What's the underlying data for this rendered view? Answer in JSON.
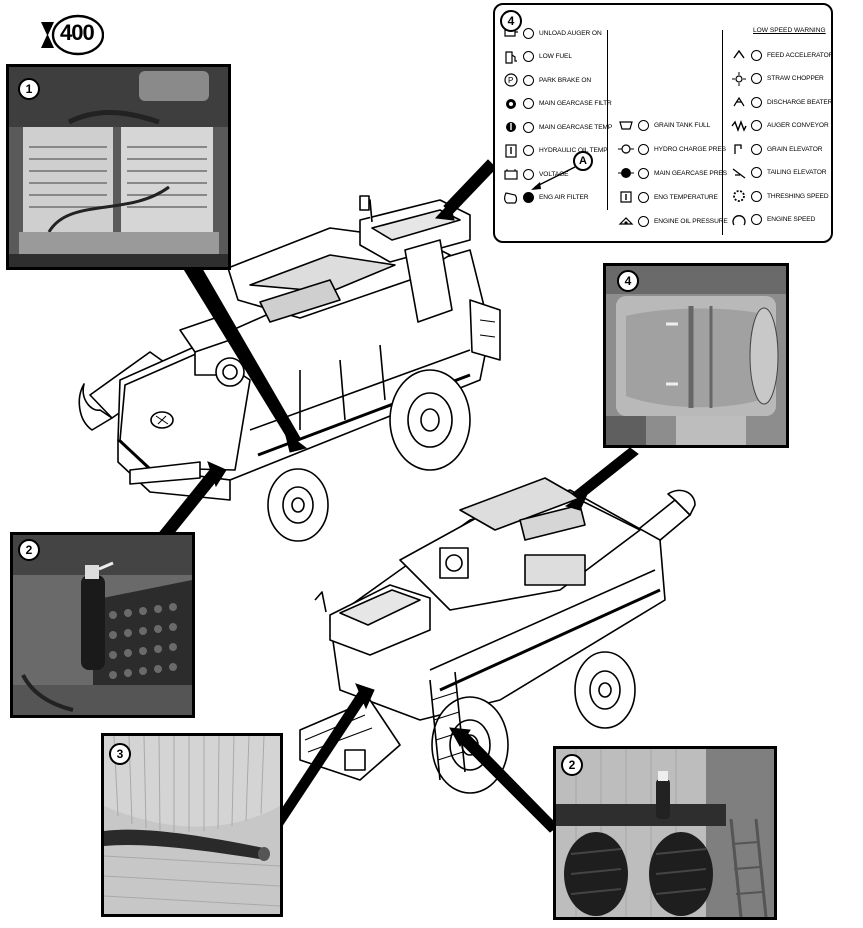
{
  "badge": {
    "number": "400"
  },
  "callouts": {
    "one": "1",
    "two": "2",
    "three": "3",
    "four": "4",
    "a": "A"
  },
  "panel": {
    "title_col3": "LOW SPEED WARNING",
    "col1": [
      {
        "label": "UNLOAD AUGER ON",
        "icon": "auger-icon",
        "lit": false
      },
      {
        "label": "LOW FUEL",
        "icon": "fuel-icon",
        "lit": false
      },
      {
        "label": "PARK BRAKE ON",
        "icon": "park-brake-icon",
        "lit": false
      },
      {
        "label": "MAIN GEARCASE FILTR",
        "icon": "gearcase-filter-icon",
        "lit": false
      },
      {
        "label": "MAIN GEARCASE TEMP",
        "icon": "gearcase-temp-icon",
        "lit": false
      },
      {
        "label": "HYDRAULIC OIL TEMP",
        "icon": "hydraulic-temp-icon",
        "lit": false
      },
      {
        "label": "VOLTAGE",
        "icon": "battery-icon",
        "lit": false
      },
      {
        "label": "ENG AIR FILTER",
        "icon": "air-filter-icon",
        "lit": true
      }
    ],
    "col2": [
      {
        "label": "GRAIN TANK FULL",
        "icon": "grain-tank-icon",
        "lit": false
      },
      {
        "label": "HYDRO CHARGE PRES",
        "icon": "hydro-charge-icon",
        "lit": false
      },
      {
        "label": "MAIN GEARCASE PRES",
        "icon": "gearcase-pressure-icon",
        "lit": false
      },
      {
        "label": "ENG TEMPERATURE",
        "icon": "engine-temp-icon",
        "lit": false
      },
      {
        "label": "ENGINE OIL PRESSURE",
        "icon": "oil-pressure-icon",
        "lit": false
      }
    ],
    "col3": [
      {
        "label": "FEED ACCELERATOR",
        "icon": "feed-accelerator-icon",
        "lit": false
      },
      {
        "label": "STRAW CHOPPER",
        "icon": "straw-chopper-icon",
        "lit": false
      },
      {
        "label": "DISCHARGE BEATER",
        "icon": "discharge-beater-icon",
        "lit": false
      },
      {
        "label": "AUGER CONVEYOR",
        "icon": "auger-conveyor-icon",
        "lit": false
      },
      {
        "label": "GRAIN ELEVATOR",
        "icon": "grain-elevator-icon",
        "lit": false
      },
      {
        "label": "TAILING ELEVATOR",
        "icon": "tailing-elevator-icon",
        "lit": false
      },
      {
        "label": "THRESHING SPEED",
        "icon": "threshing-speed-icon",
        "lit": false
      },
      {
        "label": "ENGINE SPEED",
        "icon": "engine-speed-icon",
        "lit": false
      }
    ]
  },
  "colors": {
    "ink": "#000000",
    "paper": "#ffffff"
  }
}
